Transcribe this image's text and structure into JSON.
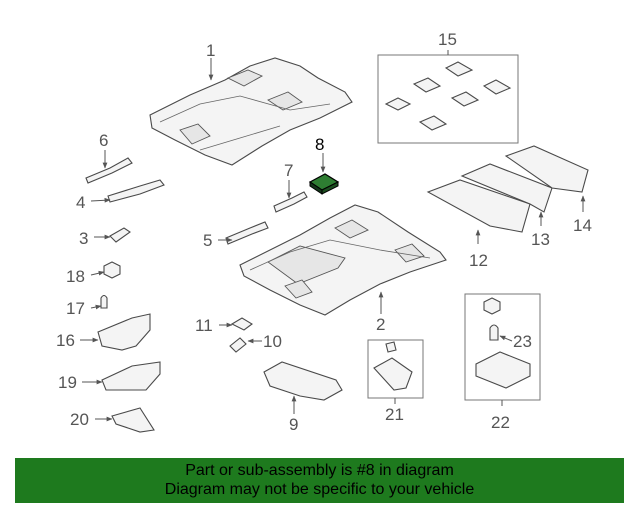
{
  "callouts": {
    "c1": "1",
    "c2": "2",
    "c3": "3",
    "c4": "4",
    "c5": "5",
    "c6": "6",
    "c7": "7",
    "c8": "8",
    "c9": "9",
    "c10": "10",
    "c11": "11",
    "c12": "12",
    "c13": "13",
    "c14": "14",
    "c15": "15",
    "c16": "16",
    "c17": "17",
    "c18": "18",
    "c19": "19",
    "c20": "20",
    "c21": "21",
    "c22": "22",
    "c23": "23"
  },
  "highlighted_part": "8",
  "colors": {
    "banner": "#1e7a1e",
    "highlight_part": "#2e7d32"
  },
  "banner": {
    "line1": "Part or sub-assembly is #8 in diagram",
    "line2": "Diagram may not be specific to your vehicle"
  }
}
